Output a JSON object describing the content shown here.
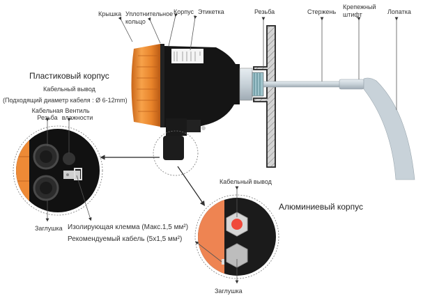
{
  "top_labels": {
    "cover": "Крышка",
    "seal_ring": [
      "Уплотнительное",
      "кольцо"
    ],
    "housing": "Корпус",
    "label": "Этикетка",
    "thread": "Резьба",
    "shaft": "Стержень",
    "fixing_pin": [
      "Крепежный",
      "штифт"
    ],
    "paddle": "Лопатка"
  },
  "plastic_housing": {
    "title": "Пластиковый корпус",
    "cable_entry": "Кабельный вывод",
    "cable_diameter": "(Подходящий диаметр кабеля : Ø 6-12mm)",
    "cable_thread": [
      "Кабельная",
      "Резьба"
    ],
    "humidity_valve": [
      "Вентиль",
      "влажности"
    ],
    "plug": "Заглушка",
    "terminal": "Изолирующая клемма (Макс.1,5 мм²)",
    "recommended_cable": "Рекомендуемый кабель (5х1,5 мм²)"
  },
  "aluminium_housing": {
    "title": "Алюминиевый корпус",
    "cable_entry": "Кабельный вывод",
    "plug": "Заглушка"
  },
  "colors": {
    "orange": "#e8832a",
    "black": "#151515",
    "steel": "#c9d3da",
    "red_plug": "#f04a3c"
  }
}
